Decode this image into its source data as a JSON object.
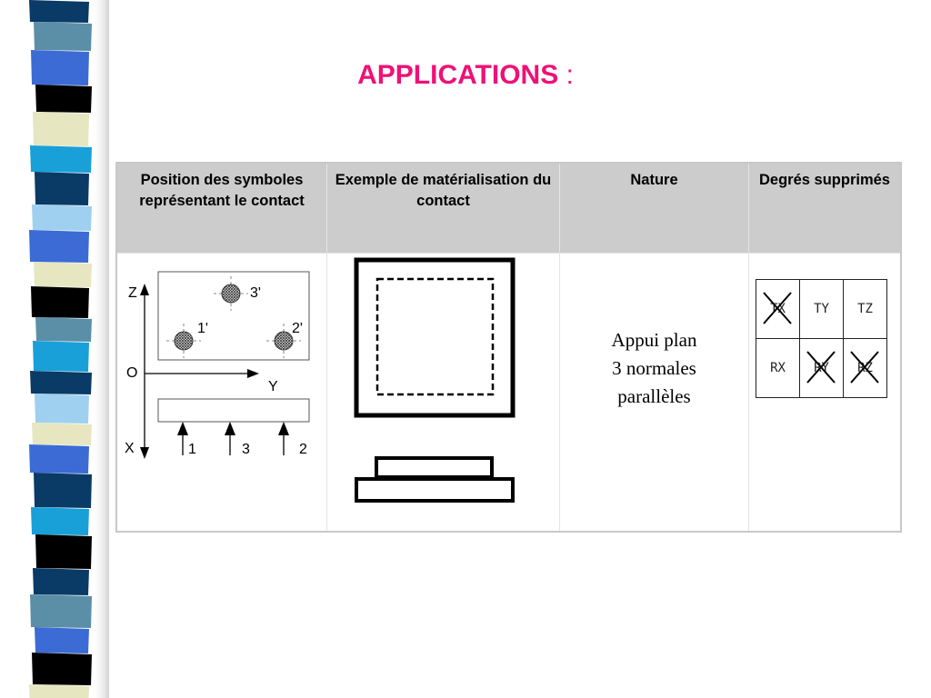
{
  "slide": {
    "title": "APPLICATIONS",
    "title_suffix": ":"
  },
  "table": {
    "headers": [
      "Position des symboles représentant le contact",
      "Exemple de matérialisation du contact",
      "Nature",
      "Degrés supprimés"
    ],
    "position_diagram": {
      "axis_z": "Z",
      "axis_y": "Y",
      "axis_x": "X",
      "origin": "O",
      "points_top": [
        "1'",
        "2'",
        "3'"
      ],
      "points_bottom": [
        "1",
        "3",
        "2"
      ]
    },
    "nature_lines": [
      "Appui plan",
      "3 normales",
      "parallèles"
    ],
    "dof_rows": [
      [
        {
          "label": "TX",
          "removed": true
        },
        {
          "label": "TY",
          "removed": false
        },
        {
          "label": "TZ",
          "removed": false
        }
      ],
      [
        {
          "label": "RX",
          "removed": false
        },
        {
          "label": "RY",
          "removed": true
        },
        {
          "label": "RZ",
          "removed": true
        }
      ]
    ]
  },
  "colors": {
    "title": "#ee1177",
    "header_bg": "#cccccc"
  }
}
